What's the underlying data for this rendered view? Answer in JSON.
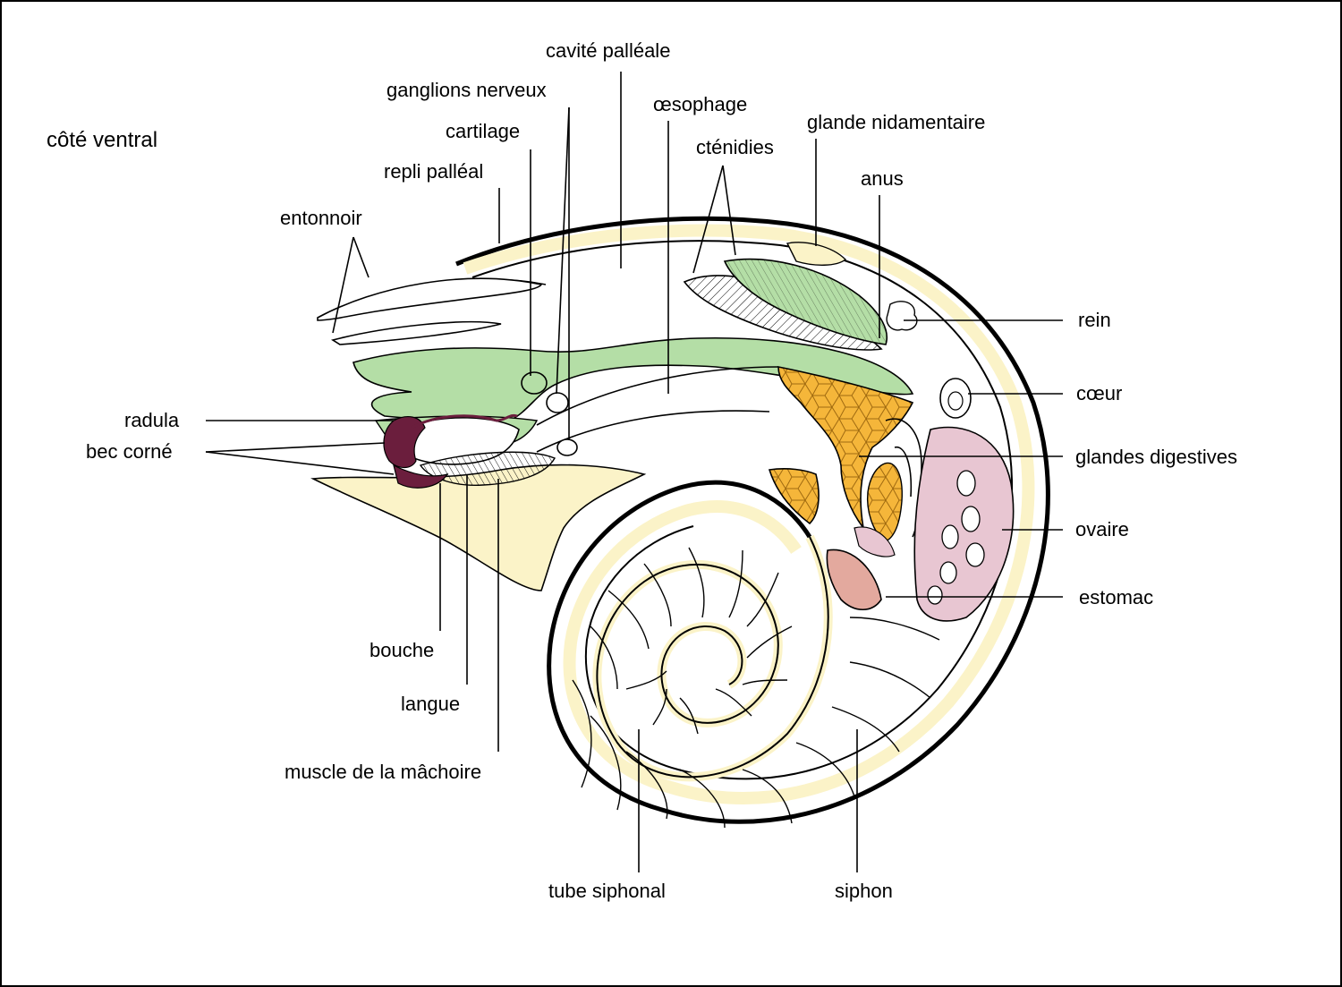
{
  "orientation": "côté ventral",
  "labels": {
    "cavite_palleale": "cavité palléale",
    "ganglions_nerveux": "ganglions nerveux",
    "oesophage": "œsophage",
    "glande_nidamentaire": "glande nidamentaire",
    "cartilage": "cartilage",
    "ctenidies": "cténidies",
    "repli_palleal": "repli palléal",
    "anus": "anus",
    "entonnoir": "entonnoir",
    "rein": "rein",
    "coeur": "cœur",
    "radula": "radula",
    "bec_corne": "bec corné",
    "glandes_digestives": "glandes digestives",
    "ovaire": "ovaire",
    "estomac": "estomac",
    "bouche": "bouche",
    "langue": "langue",
    "muscle_machoire": "muscle de la mâchoire",
    "tube_siphonal": "tube siphonal",
    "siphon": "siphon"
  },
  "colors": {
    "shell": "#fbf3c8",
    "green_tissue": "#b4dea6",
    "digestive_gland": "#f5b63a",
    "ovary_pink": "#e8c6d2",
    "stomach_pink": "#e3a99e",
    "beak": "#6b1e3d",
    "outline": "#000000"
  }
}
